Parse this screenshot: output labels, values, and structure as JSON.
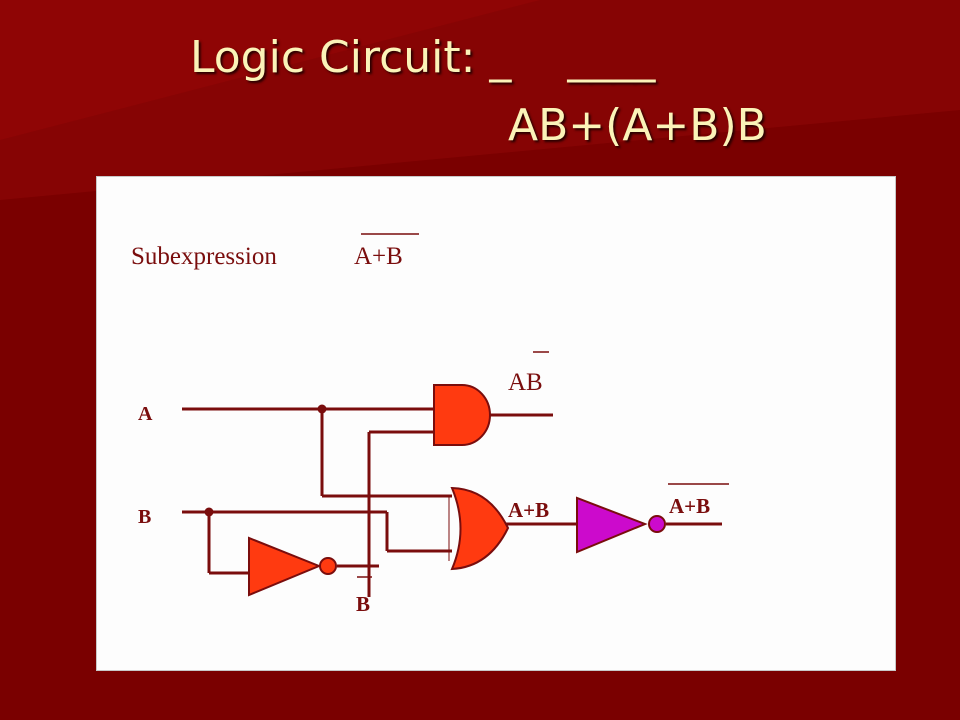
{
  "slide": {
    "title_line1": "Logic Circuit: _    ____",
    "title_line2": "AB+(A+B)B",
    "colors": {
      "background": "#7a0000",
      "title": "#fbf3b8",
      "panel": "#fdfdfd",
      "wire": "#7a0d0d",
      "gate_fill": "#ff3a10",
      "not_gate_magenta": "#cc0acc",
      "text": "#7a0d0d"
    }
  },
  "diagram": {
    "subexpression_label": "Subexpression",
    "subexpression_expr": "A+B",
    "input_a_label": "A",
    "input_b_label": "B",
    "and_output_label": "AB",
    "or_output_label": "A+B",
    "final_output_label": "A+B",
    "inverter_output_label": "B",
    "gates": [
      "and-gate",
      "or-gate",
      "not-gate-b",
      "not-gate-output"
    ]
  }
}
